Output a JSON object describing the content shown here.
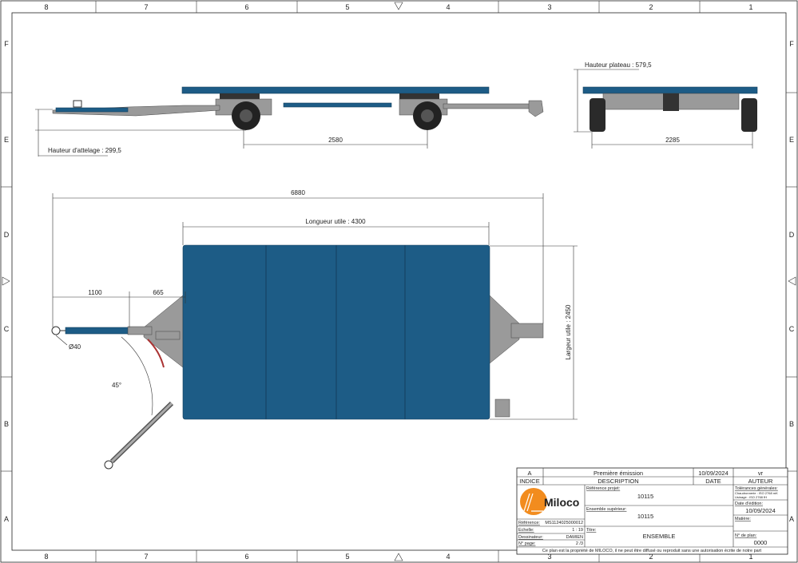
{
  "grid": {
    "columns": [
      "8",
      "7",
      "6",
      "5",
      "4",
      "3",
      "2",
      "1"
    ],
    "rows": [
      "F",
      "E",
      "D",
      "C",
      "B",
      "A"
    ]
  },
  "side_view": {
    "coupling_height_label": "Hauteur d'attelage : 299,5",
    "wheelbase": "2580"
  },
  "end_view": {
    "deck_height_label": "Hauteur plateau : 579,5",
    "track_width": "2285"
  },
  "plan_view": {
    "overall_length": "6880",
    "useful_length_label": "Longueur utile : 4300",
    "useful_width_label": "Largeur utile : 2450",
    "drawbar_length": "1100",
    "drawbar_offset": "665",
    "eye_diameter": "Ø40",
    "steer_angle": "45°"
  },
  "title_block": {
    "revision": {
      "index": "A",
      "description": "Première émission",
      "date": "10/09/2024",
      "author": "vr"
    },
    "headers": {
      "index": "INDICE",
      "description": "DESCRIPTION",
      "date": "DATE",
      "author": "AUTEUR"
    },
    "logo_text": "Miloco",
    "reference_label": "Référence:",
    "reference_value": "MS1124025000012",
    "scale_label": "Echelle:",
    "scale_value": "1 : 19",
    "drafter_label": "Dessinateur:",
    "drafter_value": "DAMIEN",
    "page_label": "N° page:",
    "page_value": "2 /3",
    "project_ref_label": "Référence projet:",
    "project_ref_value": "10115",
    "parent_assembly_label": "Ensemble supérieur:",
    "parent_assembly_value": "10115",
    "title_label": "Titre:",
    "title_value": "ENSEMBLE",
    "tolerances_label": "Tolérances générales:",
    "tolerance_1": "Chaudronnerie :   ISO 2768 mK",
    "tolerance_2": "Usinage :           ISO 2768 fH",
    "edition_date_label": "Date d'édition:",
    "edition_date_value": "10/09/2024",
    "material_label": "Matière:",
    "plan_number_label": "N° de plan:",
    "plan_number_value": "0000",
    "footer": "Ce plan est la propriété de MILOCO, il ne peut être diffusé ou reproduit sans une autorisation écrite de notre part"
  },
  "colors": {
    "deck": "#1d5c86",
    "logo": "#f28c1e"
  }
}
